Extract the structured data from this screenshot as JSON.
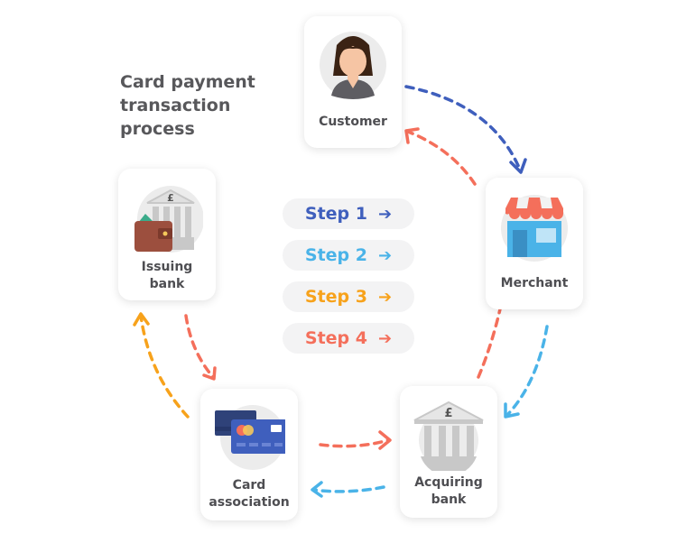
{
  "title": "Card payment transaction process",
  "nodes": {
    "customer": "Customer",
    "merchant": "Merchant",
    "issuing_bank": "Issuing bank",
    "card_association": "Card association",
    "acquiring_bank": "Acquiring bank"
  },
  "steps": [
    {
      "label": "Step 1",
      "color": "#3f5fbd"
    },
    {
      "label": "Step 2",
      "color": "#4ab3e8"
    },
    {
      "label": "Step 3",
      "color": "#f7a21b"
    },
    {
      "label": "Step 4",
      "color": "#f46f5b"
    }
  ]
}
